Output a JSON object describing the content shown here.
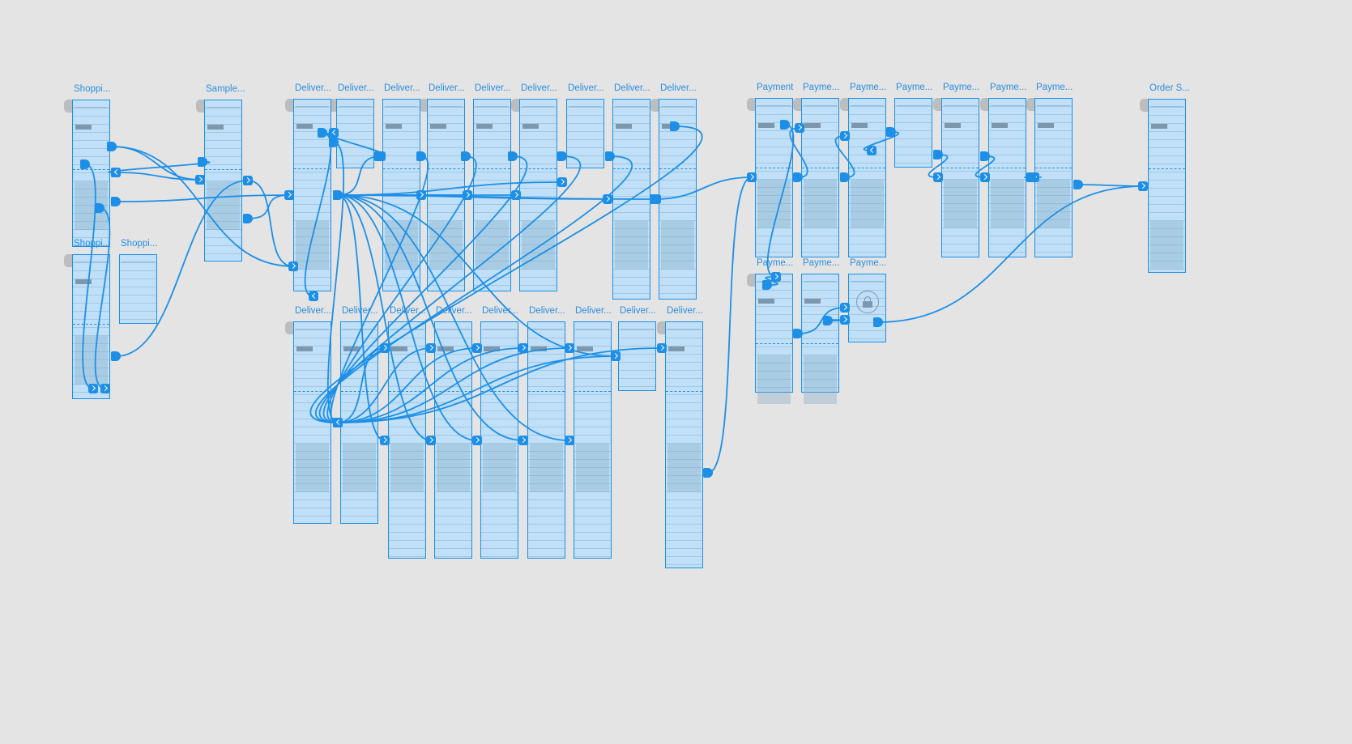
{
  "canvas": {
    "accent": "#1e8fe6",
    "background": "#e4e4e4"
  },
  "artboards": [
    {
      "title": "Shoppi..."
    },
    {
      "title": "Sample..."
    },
    {
      "title": "Shoppi..."
    },
    {
      "title": "Shoppi..."
    },
    {
      "title": "Deliver..."
    },
    {
      "title": "Deliver..."
    },
    {
      "title": "Deliver..."
    },
    {
      "title": "Deliver..."
    },
    {
      "title": "Deliver..."
    },
    {
      "title": "Deliver..."
    },
    {
      "title": "Deliver..."
    },
    {
      "title": "Deliver..."
    },
    {
      "title": "Deliver..."
    },
    {
      "title": "Deliver..."
    },
    {
      "title": "Deliver..."
    },
    {
      "title": "Deliver..."
    },
    {
      "title": "Deliver..."
    },
    {
      "title": "Deliver..."
    },
    {
      "title": "Deliver..."
    },
    {
      "title": "Deliver..."
    },
    {
      "title": "Deliver..."
    },
    {
      "title": "Deliver..."
    },
    {
      "title": "Payment"
    },
    {
      "title": "Payme..."
    },
    {
      "title": "Payme..."
    },
    {
      "title": "Payme..."
    },
    {
      "title": "Payme..."
    },
    {
      "title": "Payme..."
    },
    {
      "title": "Payme..."
    },
    {
      "title": "Payme..."
    },
    {
      "title": "Payme..."
    },
    {
      "title": "Payme..."
    },
    {
      "title": "Order S..."
    }
  ]
}
